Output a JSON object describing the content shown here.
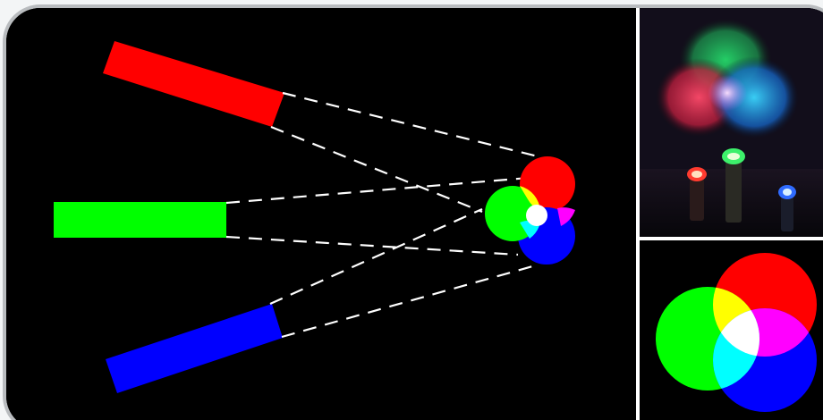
{
  "figure": {
    "colors": {
      "red": "#ff0000",
      "green": "#00ff00",
      "blue": "#0000ff",
      "yellow": "#ffff00",
      "cyan": "#00ffff",
      "magenta": "#ff00ff",
      "white": "#ffffff",
      "frame_border": "#b9bcbf",
      "background": "#000000"
    },
    "light_sources": [
      "red",
      "green",
      "blue"
    ],
    "panels": [
      "ray-diagram",
      "photo-of-colored-flashlights",
      "additive-color-mixing-circles"
    ]
  }
}
